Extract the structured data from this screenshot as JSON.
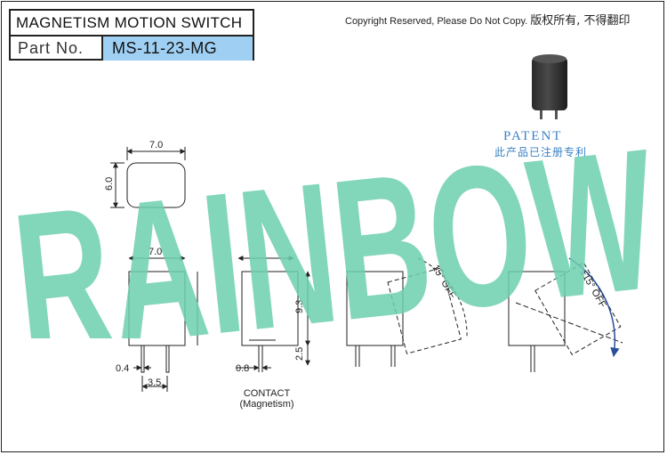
{
  "title": "MAGNETISM MOTION SWITCH",
  "part_label": "Part  No.",
  "part_number": "MS-11-23-MG",
  "copyright": "Copyright Reserved, Please Do Not Copy.",
  "copyright_cn": "版权所有, 不得翻印",
  "patent": "PATENT",
  "patent_cn": "此产品已注册专利",
  "watermark": "RAINBOW",
  "dimensions": {
    "top_width": "7.0",
    "top_height": "6.0",
    "front_width": "7.0",
    "pin_width": "0.4",
    "pin_pitch": "3.5",
    "body_height": "9.3",
    "contact_width": "0.8",
    "pin_length": "2.5",
    "tilt_left": "15° OFF",
    "tilt_right": "±15° OFF"
  },
  "contact_label": "CONTACT",
  "contact_sub": "(Magnetism)",
  "colors": {
    "part_bg": "#9fd0f4",
    "watermark": "#6ccfae",
    "patent": "#3b82c4",
    "arrow": "#2a4f9a"
  }
}
